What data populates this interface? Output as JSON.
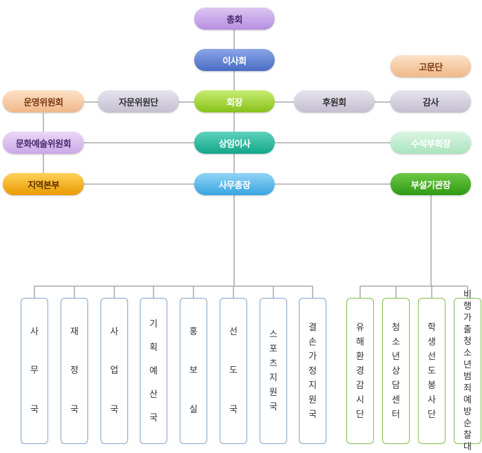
{
  "nodes": {
    "general_assembly": "총회",
    "board_of_directors": "이사회",
    "advisory_group": "고문단",
    "steering_committee": "운영위원회",
    "consultative_committee": "자문위원단",
    "chairman": "회장",
    "sponsors_association": "후원회",
    "auditor": "감사",
    "culture_arts_committee": "문화예술위원회",
    "standing_director": "상임이사",
    "senior_vice_chairman": "수석부회장",
    "regional_headquarters": "지역본부",
    "secretary_general": "사무총장",
    "affiliated_institution_head": "부설기관장"
  },
  "departments": [
    "사무국",
    "재정국",
    "사업국",
    "기획예산국",
    "홍보실",
    "선도국",
    "스포츠지원국",
    "결손가정지원국"
  ],
  "affiliates": [
    "유해환경감시단",
    "청소년상담센터",
    "학생선도봉사단",
    "비행가출청소년범죄예방순찰대"
  ],
  "colors": {
    "line": "#999999",
    "dept_border": "#7fa4cc",
    "affiliate_border": "#7cc04a"
  }
}
